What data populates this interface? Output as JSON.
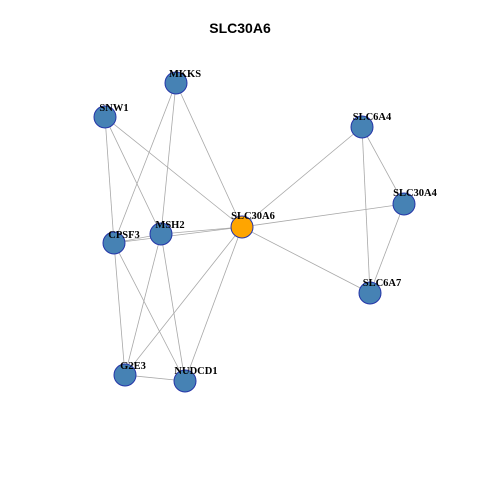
{
  "title": "SLC30A6",
  "colors": {
    "node_fill": "#4682b4",
    "center_fill": "#ffa500",
    "node_stroke": "#2535a8",
    "edge": "#a8a8a8"
  },
  "center": "SLC30A6",
  "nodes": [
    "MKKS",
    "SNW1",
    "SLC6A4",
    "SLC30A4",
    "SLC30A6",
    "CPSF3",
    "MSH2",
    "SLC6A7",
    "G2E3",
    "NUDCD1"
  ],
  "edges": [
    [
      "SNW1",
      "CPSF3"
    ],
    [
      "SNW1",
      "MSH2"
    ],
    [
      "SNW1",
      "SLC30A6"
    ],
    [
      "MKKS",
      "CPSF3"
    ],
    [
      "MKKS",
      "MSH2"
    ],
    [
      "MKKS",
      "SLC30A6"
    ],
    [
      "SLC6A4",
      "SLC30A6"
    ],
    [
      "SLC6A4",
      "SLC30A4"
    ],
    [
      "SLC6A4",
      "SLC6A7"
    ],
    [
      "SLC30A4",
      "SLC30A6"
    ],
    [
      "SLC30A4",
      "SLC6A7"
    ],
    [
      "SLC30A6",
      "SLC6A7"
    ],
    [
      "SLC30A6",
      "CPSF3"
    ],
    [
      "SLC30A6",
      "MSH2"
    ],
    [
      "SLC30A6",
      "G2E3"
    ],
    [
      "SLC30A6",
      "NUDCD1"
    ],
    [
      "CPSF3",
      "MSH2"
    ],
    [
      "CPSF3",
      "G2E3"
    ],
    [
      "CPSF3",
      "NUDCD1"
    ],
    [
      "MSH2",
      "G2E3"
    ],
    [
      "MSH2",
      "NUDCD1"
    ],
    [
      "G2E3",
      "NUDCD1"
    ]
  ]
}
